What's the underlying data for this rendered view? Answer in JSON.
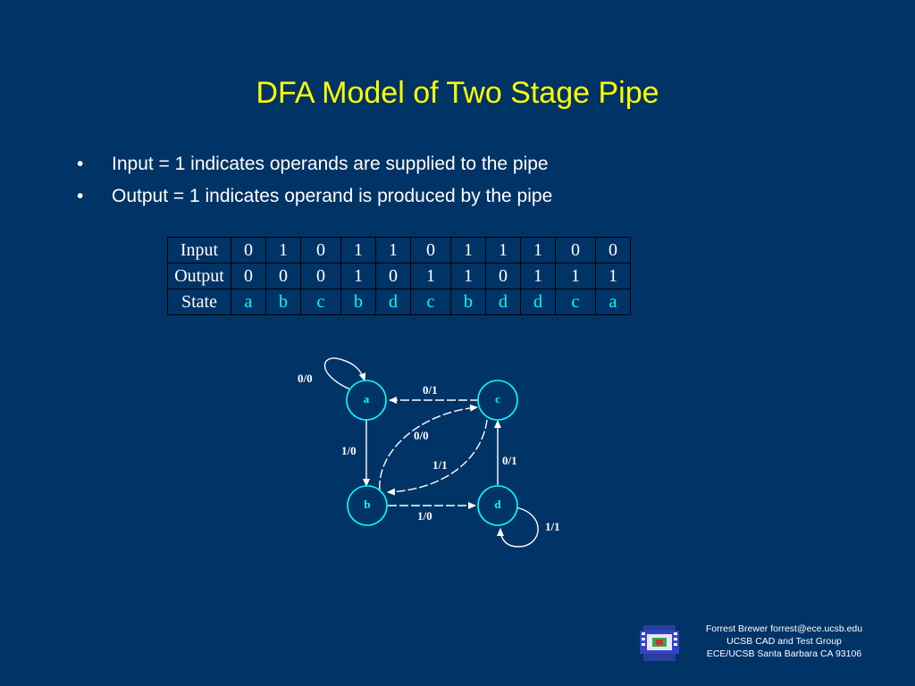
{
  "slide": {
    "title": "DFA Model of Two Stage Pipe",
    "bullets": [
      "Input = 1 indicates operands are supplied to the pipe",
      "Output = 1 indicates operand is produced by the pipe"
    ]
  },
  "table": {
    "rows": [
      {
        "label": "Input",
        "values": [
          "0",
          "1",
          "0",
          "1",
          "1",
          "0",
          "1",
          "1",
          "1",
          "0",
          "0"
        ]
      },
      {
        "label": "Output",
        "values": [
          "0",
          "0",
          "0",
          "1",
          "0",
          "1",
          "1",
          "0",
          "1",
          "1",
          "1"
        ]
      },
      {
        "label": "State",
        "values": [
          "a",
          "b",
          "c",
          "b",
          "d",
          "c",
          "b",
          "d",
          "d",
          "c",
          "a"
        ]
      }
    ]
  },
  "diagram": {
    "states": [
      "a",
      "b",
      "c",
      "d"
    ],
    "transitions": [
      {
        "from": "a",
        "to": "a",
        "label": "0/0"
      },
      {
        "from": "c",
        "to": "a",
        "label": "0/1"
      },
      {
        "from": "a",
        "to": "b",
        "label": "1/0"
      },
      {
        "from": "b",
        "to": "c",
        "label": "0/0"
      },
      {
        "from": "c",
        "to": "b",
        "label": "1/1"
      },
      {
        "from": "d",
        "to": "c",
        "label": "0/1"
      },
      {
        "from": "b",
        "to": "d",
        "label": "1/0"
      },
      {
        "from": "d",
        "to": "d",
        "label": "1/1"
      }
    ]
  },
  "footer": {
    "lines": [
      "Forrest Brewer  forrest@ece.ucsb.edu",
      "UCSB CAD and Test Group",
      "ECE/UCSB Santa Barbara CA 93106"
    ],
    "logo": "ucsb-logo"
  },
  "colors": {
    "background": "#003366",
    "title": "#ffff00",
    "text": "#ffffff",
    "state": "#00ffff"
  }
}
